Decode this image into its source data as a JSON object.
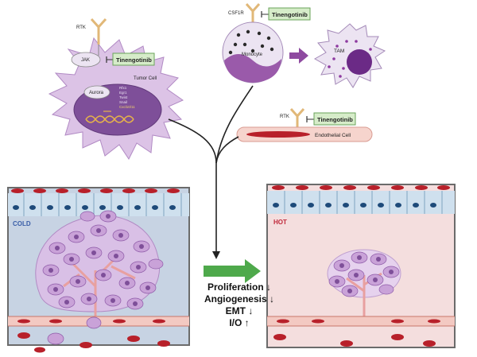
{
  "tumor_cell": {
    "rtk_label": "RTK",
    "jak_label": "JAK",
    "drug_label": "Tinengotinib",
    "aurora_label": "Aurora",
    "cell_label": "Tumor Cell",
    "genes": [
      "Rfx1",
      "Egr1",
      "Twist",
      "Snail",
      "Cxcl10/11"
    ]
  },
  "monocyte_panel": {
    "receptor_label": "CSF1R",
    "drug_label": "Tinengotinib",
    "monocyte_label": "Monocyte",
    "tam_label": "TAM"
  },
  "endothelial_panel": {
    "rtk_label": "RTK",
    "drug_label": "Tinengotinib",
    "cell_label": "Endothelial Cell"
  },
  "panels": {
    "left_label": "COLD",
    "right_label": "HOT"
  },
  "outcomes": [
    "Proliferation ↓",
    "Angiogenesis ↓",
    "EMT ↓",
    "I/O ↑"
  ],
  "colors": {
    "cold_panel": "#c7d3e3",
    "hot_panel": "#f4dede",
    "drug_box": "#d6ecc9",
    "arrow_green": "#4ea94b",
    "tumor_purple": "#c9a2d8",
    "nucleus_purple": "#8e5aa8",
    "vessel_red": "#b8202a",
    "epithelium_blue": "#cfe0ee",
    "cold_label": "#3a5ea8",
    "hot_label": "#c0283a"
  }
}
